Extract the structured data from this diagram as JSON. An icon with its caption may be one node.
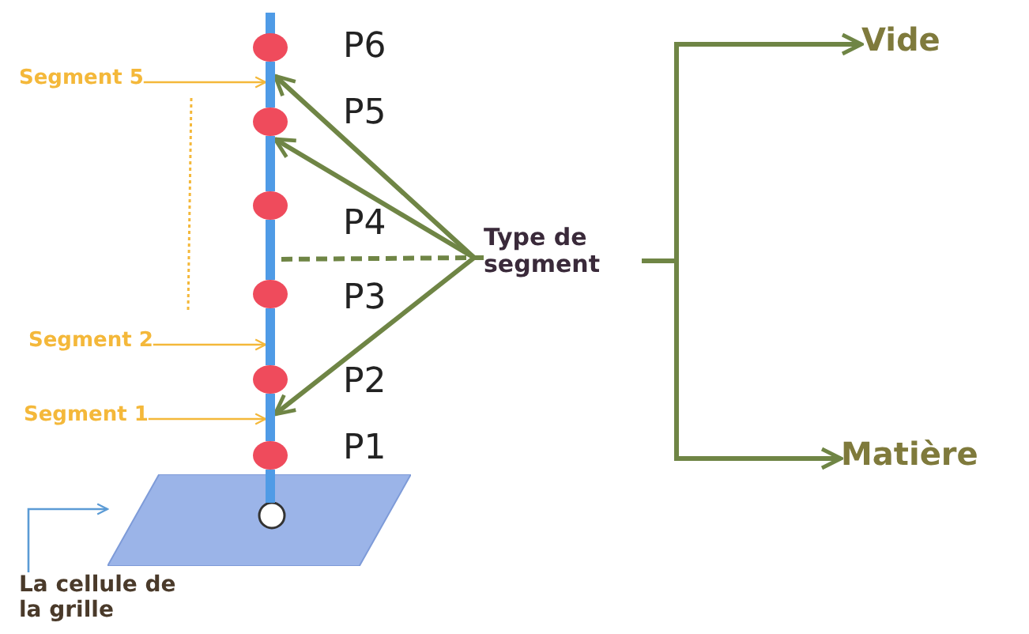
{
  "diagram": {
    "nodes": [
      {
        "text": [
          "Segment 5"
        ]
      },
      {
        "text": [
          "Vide"
        ]
      },
      {
        "text": [
          "Type de segment"
        ]
      },
      {
        "text": [
          "Segment 2"
        ]
      },
      {
        "text": [
          "Segment 1"
        ]
      },
      {
        "text": [
          "Matière"
        ]
      },
      {
        "text": [],
        "shape": "parallelogram"
      },
      {
        "text": [
          "La cellule de la grille"
        ]
      },
      {
        "text": [],
        "shape": "bar"
      },
      {
        "text": [],
        "shape": "bar"
      },
      {
        "text": [],
        "shape": "bar"
      },
      {
        "text": [],
        "shape": "bar"
      },
      {
        "text": [],
        "shape": "bar"
      },
      {
        "text": [],
        "shape": "bar"
      }
    ],
    "edges": [
      {
        "from": 2,
        "to": 8,
        "arrow": "to"
      },
      {
        "from": 2,
        "to": 9,
        "arrow": "to"
      },
      {
        "from": 2,
        "to": 10,
        "arrow": "none",
        "style": "dashed"
      },
      {
        "from": 2,
        "to": 12,
        "arrow": "to"
      },
      {
        "from": 2,
        "to": 1,
        "arrow": "to"
      },
      {
        "from": 2,
        "to": 5,
        "arrow": "to"
      },
      {
        "from": 0,
        "to": 8,
        "arrow": "to",
        "color": "#f4b83a"
      },
      {
        "from": 3,
        "to": 11,
        "arrow": "to",
        "color": "#f4b83a"
      },
      {
        "from": 4,
        "to": 12,
        "arrow": "to",
        "color": "#f4b83a"
      },
      {
        "from": 7,
        "to": 6,
        "arrow": "to",
        "color": "#5b9bd5"
      }
    ],
    "labels": [
      "P6",
      "P5",
      "P4",
      "P3",
      "P2",
      "P1"
    ]
  }
}
